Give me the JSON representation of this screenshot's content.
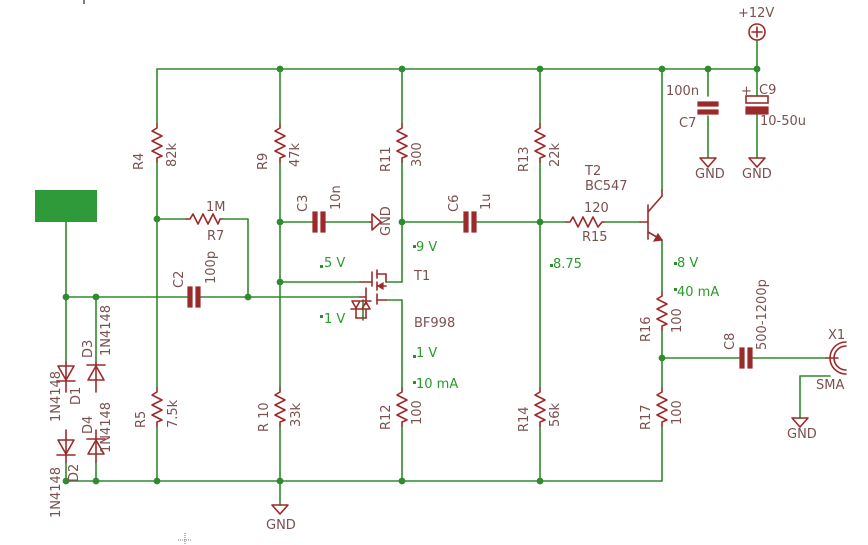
{
  "colors": {
    "wire": "#2e8b2e",
    "part": "#9c2a2a",
    "label": "#7a5050",
    "annotation": "#2b9a2b",
    "input_block": "#2e9a3a"
  },
  "supply": {
    "label": "+12V"
  },
  "ground_label": "GND",
  "components": {
    "R4": {
      "name": "R4",
      "value": "82k"
    },
    "R5": {
      "name": "R5",
      "value": "7.5k"
    },
    "R7": {
      "name": "R7",
      "value": "1M"
    },
    "R9": {
      "name": "R9",
      "value": "47k"
    },
    "R10": {
      "name": "R 10",
      "value": "33k"
    },
    "R11": {
      "name": "R11",
      "value": "300"
    },
    "R12": {
      "name": "R12",
      "value": "100"
    },
    "R13": {
      "name": "R13",
      "value": "22k"
    },
    "R14": {
      "name": "R14",
      "value": "56k"
    },
    "R15": {
      "name": "R15",
      "value": "120"
    },
    "R16": {
      "name": "R16",
      "value": "100"
    },
    "R17": {
      "name": "R17",
      "value": "100"
    },
    "C2": {
      "name": "C2",
      "value": "100p"
    },
    "C3": {
      "name": "C3",
      "value": "10n"
    },
    "C6": {
      "name": "C6",
      "value": "1u"
    },
    "C7": {
      "name": "C7",
      "value": "100n"
    },
    "C8": {
      "name": "C8",
      "value": "500-1200p"
    },
    "C9": {
      "name": "C9",
      "value": "10-50u"
    },
    "D1": {
      "name": "D1",
      "value": "1N4148"
    },
    "D2": {
      "name": "D2",
      "value": "1N4148"
    },
    "D3": {
      "name": "D3",
      "value": "1N4148"
    },
    "D4": {
      "name": "D4",
      "value": "1N4148"
    },
    "T1": {
      "name": "T1",
      "value": "BF998"
    },
    "T2": {
      "name": "T2",
      "value": "BC547"
    },
    "X1": {
      "name": "X1",
      "value": "SMA"
    }
  },
  "annotations": {
    "gate2_v": "5 V",
    "gate1_v": "1 V",
    "drain_v": "9 V",
    "source_v": "1 V",
    "source_i": "10 mA",
    "base_v": "8.75",
    "emitter_v": "8 V",
    "emitter_i": "40 mA"
  }
}
